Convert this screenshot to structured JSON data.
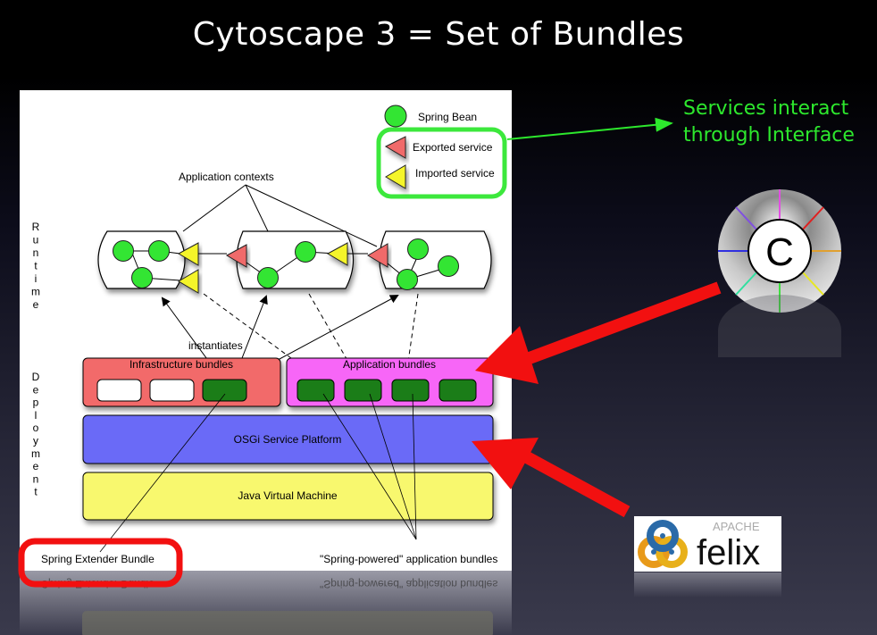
{
  "slide": {
    "title": "Cytoscape 3 = Set of Bundles",
    "callout": {
      "line1": "Services interact",
      "line2": "through Interface",
      "color": "#2de82d"
    }
  },
  "legend": {
    "spring_bean": "Spring Bean",
    "exported_service": "Exported service",
    "imported_service": "Imported service"
  },
  "diagram": {
    "side_labels": {
      "runtime": [
        "R",
        "u",
        "n",
        "t",
        "i",
        "m",
        "e"
      ],
      "deployment": [
        "D",
        "e",
        "p",
        "l",
        "o",
        "y",
        "m",
        "e",
        "n",
        "t"
      ]
    },
    "application_contexts_label": "Application contexts",
    "instantiates_label": "instantiates",
    "layers": {
      "infrastructure_bundles": "Infrastructure bundles",
      "application_bundles": "Application bundles",
      "osgi_platform": "OSGi Service Platform",
      "jvm": "Java Virtual Machine"
    },
    "bottom_labels": {
      "extender": "Spring  Extender Bundle",
      "spring_powered": "\"Spring-powered\" application bundles"
    },
    "colors": {
      "bean": "#33e533",
      "exported": "#f06a6a",
      "imported": "#f5f52a",
      "infrastructure": "#f26b6b",
      "application": "#f766f7",
      "osgi": "#6b6bf7",
      "jvm": "#f8f86e",
      "bundle_green": "#1b7d18",
      "highlight_red": "#f21010"
    }
  },
  "logos": {
    "cytoscape_letter": "C",
    "felix_apache": "APACHE",
    "felix_name": "felix"
  }
}
